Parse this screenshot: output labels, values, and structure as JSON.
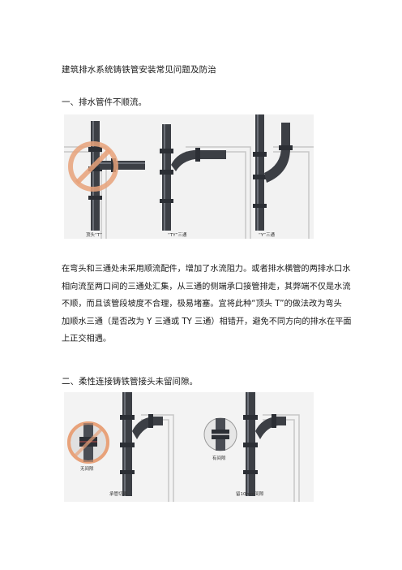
{
  "document": {
    "title": "建筑排水系统铸铁管安装常见问题及防治",
    "section1": {
      "heading": "一、排水管件不顺流。",
      "figure_labels": [
        "顶头“T”",
        "“TY”三通",
        "“Y”三通"
      ],
      "paragraph_lines": [
        "在弯头和三通处未采用顺流配件，增加了水流阻力。或者排水横管的两排水口水",
        "相向流至两口间的三通处汇集，从三通的侧端承口接管排走，其弊端不仅是水流",
        "不顺，而且该管段坡度不合理，极易堵塞。宜将此种“顶头 T”的做法改为弯头",
        "加顺水三通（是否改为 Y 三通或 TY 三通）相错开，避免不同方向的排水在平面",
        "上正交相遇。"
      ]
    },
    "section2": {
      "heading": "二、柔性连接铸铁管接头未留间隙。",
      "figure_labels": [
        "无间隙",
        "有间隙",
        "承管切面",
        "留10mm间隙"
      ]
    }
  },
  "colors": {
    "pipe": "#3c3f45",
    "pipe_highlight": "#6b6f77",
    "prohibit": "#e8a27a",
    "wall": "#c9c9c9"
  }
}
